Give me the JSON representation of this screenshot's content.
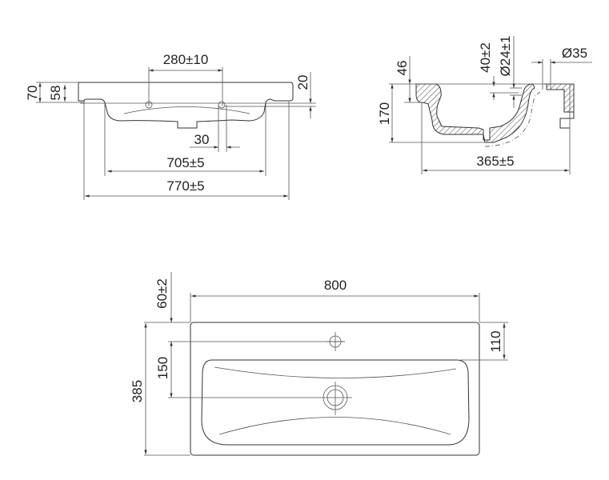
{
  "front_view": {
    "dim_total_height": "70",
    "dim_rim_height": "58",
    "dim_hole_spacing": "280±10",
    "dim_hole_offset": "20",
    "dim_hole_diameter": "30",
    "dim_inner_width": "705±5",
    "dim_outer_width": "770±5"
  },
  "side_view": {
    "dim_height": "170",
    "dim_rim": "46",
    "dim_overflow_depth": "40±2",
    "dim_overflow_diameter": "Ø24±1",
    "dim_tap_hole": "Ø35",
    "dim_depth": "365±5"
  },
  "top_view": {
    "dim_width": "800",
    "dim_back_offset": "60±2",
    "dim_tap_to_drain": "150",
    "dim_depth": "385",
    "dim_back_to_basin": "110"
  }
}
